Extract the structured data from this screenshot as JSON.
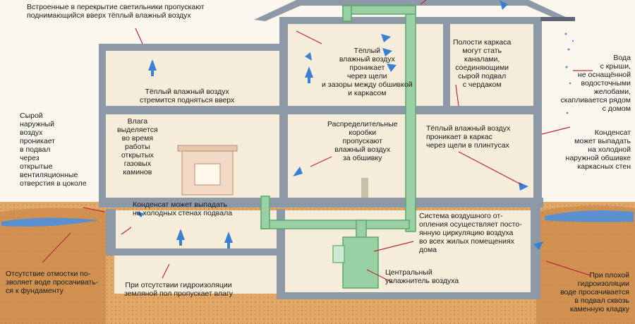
{
  "labels": {
    "top_left_fixtures": "Встроенные в перекрытие светильники пропускают\nподнимающийся вверх тёплый влажный воздух",
    "attic_rise": "Тёплый влажный воздух\nстремится подняться вверх",
    "wall_gaps": "Тёплый\nвлажный воздух\nпроникает\nчерез щели\nи зазоры между обшивкой\nи каркасом",
    "frame_cavities": "Полости каркаса\nмогут стать\nканалами,\nсоединяющими\nсырой подвал\nс чердаком",
    "roof_water": "Вода\nс крыши,\nне оснащённой\nводосточными\nжелобами,\nскапливается рядом\nс домом",
    "outside_air": "Сырой\nнаружный\nвоздух\nпроникает\nв подвал\nчерез\nоткрытые\nвентиляционные\nотверстия в цоколе",
    "fireplace_moisture": "Влага\nвыделяется\nво время\nработы\nоткрытых\nгазовых\nкаминов",
    "duct_boxes": "Распределительные\nкоробки\nпропускают\nвлажный воздух\nза обшивку",
    "baseboard_gaps": "Тёплый влажный воздух\nпроникает в каркас\nчерез щели в плинтусах",
    "condensate_siding": "Конденсат\nможет выпадать\nна холодной\nнаружной обшивке\nкаркасных стен",
    "basement_condensate": "Конденсат может выпадать\nна холодных стенах подвала",
    "circulation_system": "Система воздушного от-\nопления осуществляет посто-\nянную циркуляцию воздуха\nво всех жилых помещениях\nдома",
    "humidifier": "Центральный\nувлажнитель воздуха",
    "no_blind_area": "Отсутствие отмостки по-\nзволяет воде просачивать-\nся к фундаменту",
    "no_waterproofing_floor": "При отсутствии гидроизоляции\nземляной пол пропускает влагу",
    "poor_waterproofing": "При плохой\nгидроизоляции\nводе просачивается\nв подвал сквозь\nкаменную кладку"
  },
  "colors": {
    "ground": "#c98a4a",
    "ground_light": "#e2a868",
    "wall": "#8d99a6",
    "wall_dark": "#5d6874",
    "room": "#f5edd9",
    "duct": "#9ad1a4",
    "duct_dark": "#5aa76a",
    "water": "#5a8fd0",
    "arrow": "#3b7fd4",
    "leader": "#c0283b"
  }
}
